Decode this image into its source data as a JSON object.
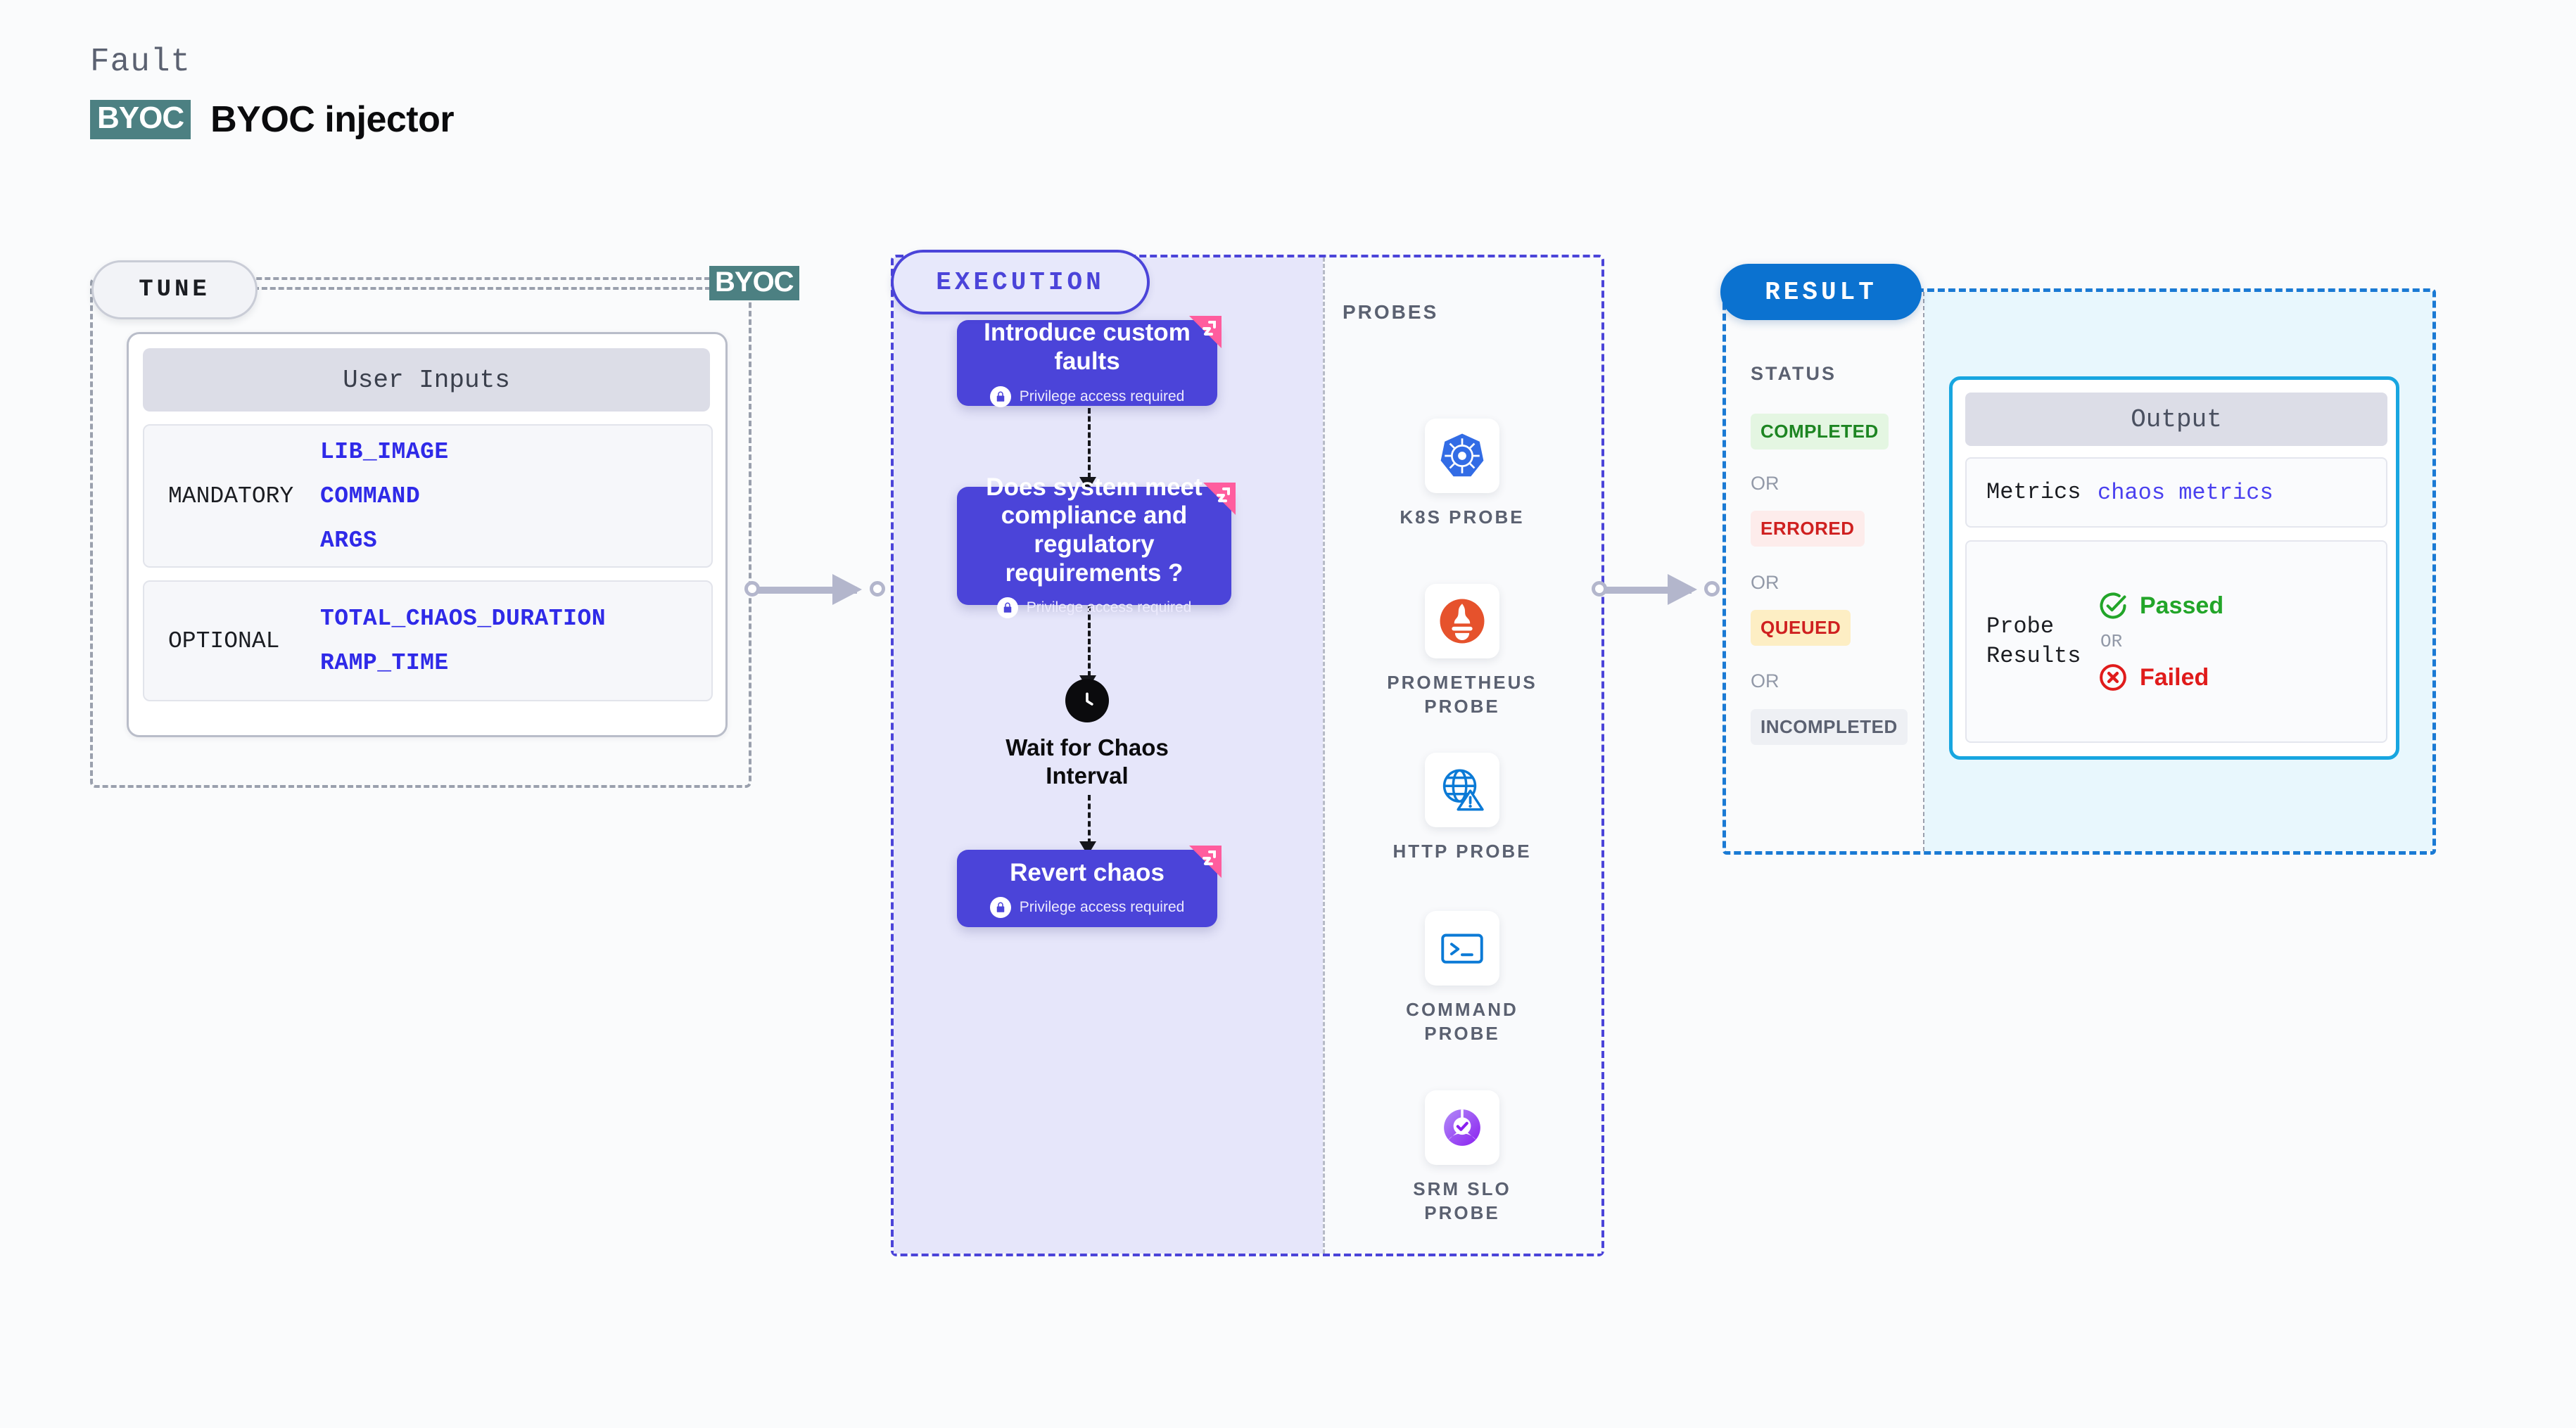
{
  "header": {
    "kicker": "Fault",
    "badge": "BYOC",
    "title": "BYOC injector"
  },
  "tune": {
    "pill_label": "TUNE",
    "byoc_tag": "BYOC",
    "card_header": "User Inputs",
    "groups": [
      {
        "label": "MANDATORY",
        "params": [
          "LIB_IMAGE",
          "COMMAND",
          "ARGS"
        ]
      },
      {
        "label": "OPTIONAL",
        "params": [
          "TOTAL_CHAOS_DURATION",
          "RAMP_TIME"
        ]
      }
    ]
  },
  "execution": {
    "pill_label": "EXECUTION",
    "privilege_note": "Privilege access required",
    "nodes": [
      {
        "title": "Introduce custom faults",
        "privileged": true,
        "flag": "chaos-flag-icon"
      },
      {
        "title": "Does system meet compliance and regulatory requirements ?",
        "privileged": true,
        "flag": "chaos-flag-icon"
      },
      {
        "title": "Revert chaos",
        "privileged": true,
        "flag": "chaos-flag-icon"
      }
    ],
    "wait_node": {
      "label": "Wait for Chaos Interval",
      "icon": "clock-icon"
    }
  },
  "probes": {
    "title": "PROBES",
    "items": [
      {
        "label": "K8S PROBE",
        "icon": "kubernetes-icon"
      },
      {
        "label": "PROMETHEUS PROBE",
        "icon": "prometheus-icon"
      },
      {
        "label": "HTTP PROBE",
        "icon": "globe-warning-icon"
      },
      {
        "label": "COMMAND PROBE",
        "icon": "terminal-icon"
      },
      {
        "label": "SRM SLO PROBE",
        "icon": "srm-slo-icon"
      }
    ]
  },
  "result": {
    "pill_label": "RESULT",
    "status_title": "STATUS",
    "or_label": "OR",
    "statuses": [
      {
        "label": "COMPLETED",
        "bg": "#e4f6e2",
        "fg": "#1d8522"
      },
      {
        "label": "ERRORED",
        "bg": "#fdeceb",
        "fg": "#cf2020"
      },
      {
        "label": "QUEUED",
        "bg": "#fdeec4",
        "fg": "#cf2020"
      },
      {
        "label": "INCOMPLETED",
        "bg": "#eef0f4",
        "fg": "#5b6171"
      }
    ],
    "output": {
      "header": "Output",
      "metrics_key": "Metrics",
      "metrics_value": "chaos metrics",
      "probe_results_key": "Probe Results",
      "passed_label": "Passed",
      "failed_label": "Failed",
      "or_label": "OR"
    }
  },
  "colors": {
    "node_purple": "#4b44d9",
    "execution_bg": "#e6e6fa",
    "byoc_teal": "#4c8082",
    "result_blue": "#0b72d0",
    "output_border_cyan": "#18a6e0",
    "output_bg_cyan": "#e8f7fd",
    "flag_pink": "#ff5d9e",
    "param_blue": "#2f2ae8",
    "passed_green": "#22a529",
    "failed_red": "#e01b1b"
  }
}
